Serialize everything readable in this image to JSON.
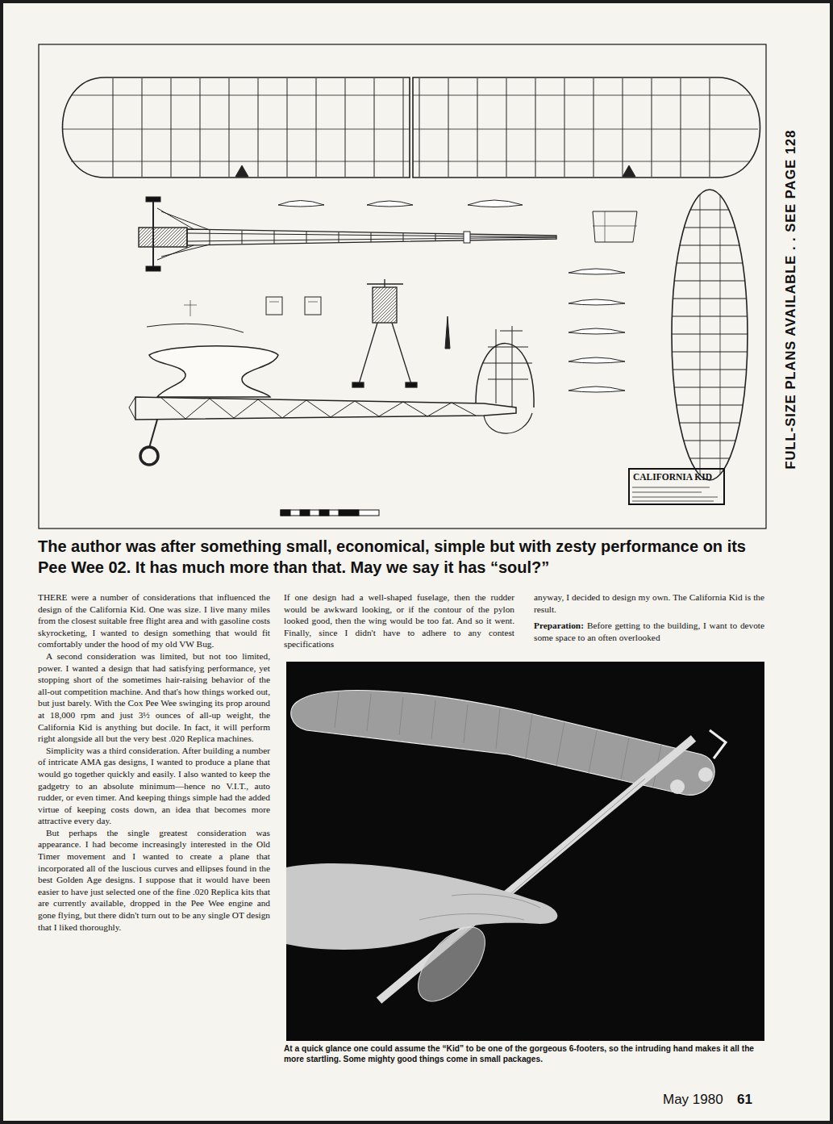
{
  "diagram": {
    "title": "The author was after something small, economical, simple but with zesty performance on its Pee Wee 02. It has much more than that. May we say it has “soul?”",
    "caption": "At a quick glance one could assume the “Kid” to be one of the gorgeous 6-footers, so the intruding hand makes it all the more startling. Some mighty good things come in small packages.",
    "nodes": [
      {
        "text": [
          "CALIFORNIA KID"
        ]
      }
    ],
    "labels": [
      "FULL-SIZE PLANS AVAILABLE . . SEE PAGE 128",
      "THERE were a number of considerations that influenced the design of the California Kid. One was size. I live many miles from the closest suitable free flight area and with gasoline costs skyrocketing, I wanted to design something that would fit comfortably under the hood of my old VW Bug.",
      "A second consideration was limited, but not too limited, power. I wanted a design that had satisfying performance, yet stopping short of the sometimes hair-raising behavior of the all-out competition machine. And that's how things worked out, but just barely. With the Cox Pee Wee swinging its prop around at 18,000 rpm and just 3½ ounces of all-up weight, the California Kid is anything but docile. In fact, it will perform right alongside all but the very best .020 Replica machines.",
      "Simplicity was a third consideration. After building a number of intricate AMA gas designs, I wanted to produce a plane that would go together quickly and easily. I also wanted to keep the gadgetry to an absolute minimum—hence no V.I.T., auto rudder, or even timer. And keeping things simple had the added virtue of keeping costs down, an idea that becomes more attractive every day.",
      "But perhaps the single greatest consideration was appearance. I had become increasingly interested in the Old Timer movement and I wanted to create a plane that incorporated all of the luscious curves and ellipses found in the best Golden Age designs. I suppose that it would have been easier to have just selected one of the fine .020 Replica kits that are currently available, dropped in the Pee Wee engine and gone flying, but there didn't turn out to be any single OT design that I liked thoroughly.",
      "If one design had a well-shaped fuselage, then the rudder would be awkward looking, or if the contour of the pylon looked good, then the wing would be too fat. And so it went. Finally, since I didn't have to adhere to any contest specifications",
      "anyway, I decided to design my own. The California Kid is the result.",
      "Preparation:",
      "Before getting to the building, I want to devote some space to an often overlooked",
      "May 1980",
      "61"
    ]
  }
}
